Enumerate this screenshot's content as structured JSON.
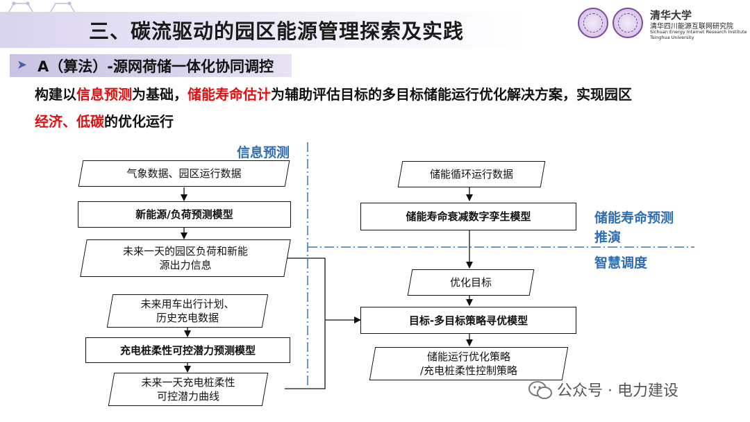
{
  "header": {
    "title": "三、碳流驱动的园区能源管理探索及实践",
    "institute_calligraphy": "清华大学",
    "institute_cn": "清华四川能源互联网研究院",
    "institute_en_line1": "Sichuan Energy Internet Research Institute",
    "institute_en_line2": "Tsinghua University"
  },
  "section": {
    "arrow": "➤",
    "title": "A（算法）-源网荷储一体化协同调控"
  },
  "intro": {
    "l1_p1": "构建以",
    "l1_red1": "信息预测",
    "l1_p2": "为基础，",
    "l1_red2": "储能寿命估计",
    "l1_p3": "为辅助评估目标的多目标储能运行优化解决方案，实现园区",
    "l2_red": "经济、低碳",
    "l2_p": "的优化运行"
  },
  "diagram": {
    "labels": {
      "info_predict": "信息预测",
      "storage_life_line1": "储能寿命预测",
      "storage_life_line2": "推演",
      "smart_dispatch": "智慧调度"
    },
    "boxes": {
      "weather_data": "气象数据、园区运行数据",
      "new_energy_model": "新能源/负荷预测模型",
      "future_load": "未来一天的园区负荷和新能\n源出力信息",
      "ev_plan": "未来用车出行计划、\n历史充电数据",
      "charger_model": "充电桩柔性可控潜力预测模型",
      "charger_curve": "未来一天充电桩柔性\n可控潜力曲线",
      "storage_cycle": "储能循环运行数据",
      "storage_twin": "储能寿命衰减数字孪生模型",
      "opt_goal": "优化目标",
      "multi_obj_model": "目标-多目标策略寻优模型",
      "storage_strategy": "储能运行优化策略\n/充电桩柔性控制策略"
    }
  },
  "watermark": "公众号 · 电力建设",
  "colors": {
    "label_blue": "#2e6db4",
    "highlight_red": "#e01010",
    "header_purple": "#d9d3ee"
  }
}
